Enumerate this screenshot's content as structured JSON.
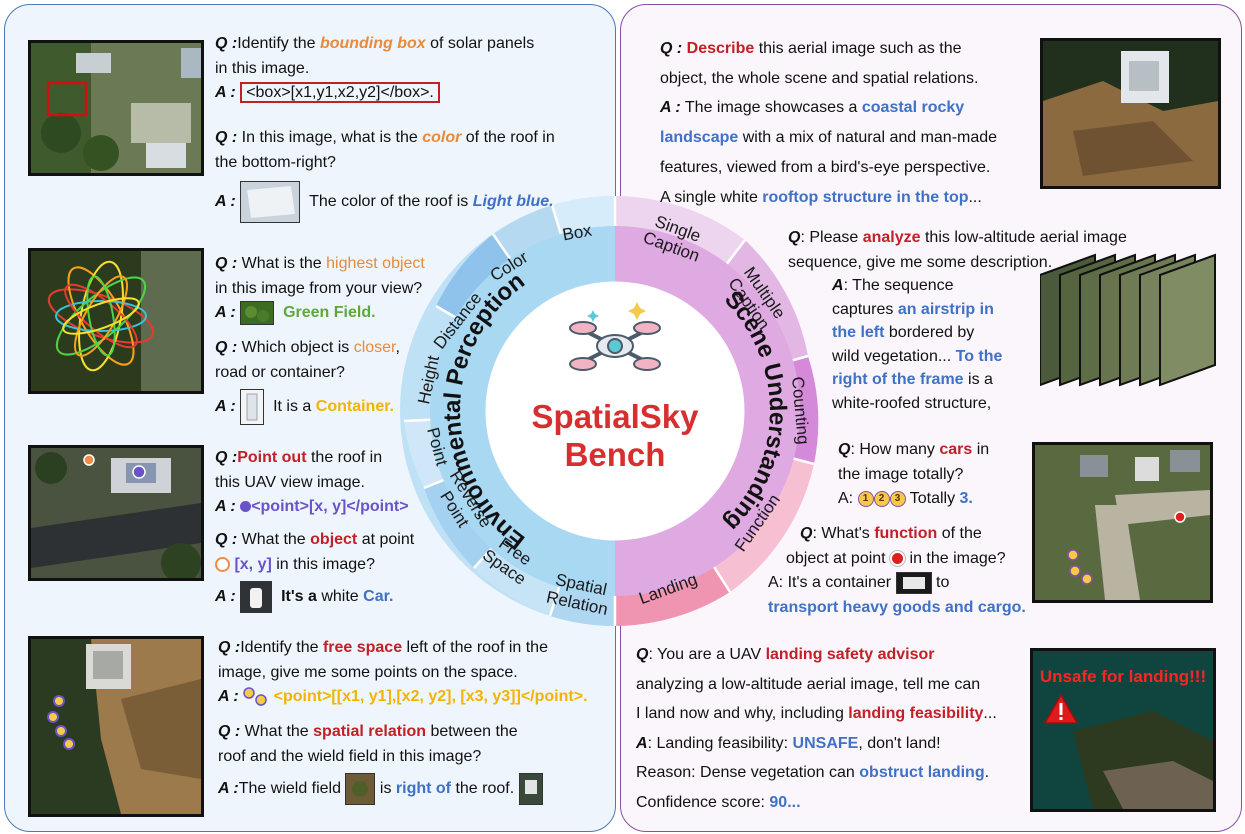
{
  "wheel": {
    "left_ring": "Environmental Perception",
    "right_ring": "Scene Understanding",
    "title_line1": "SpatialSky",
    "title_line2": "Bench",
    "left_segments": [
      "Box",
      "Color",
      "Distance",
      "Height",
      "Point",
      "Reverse",
      "Point",
      "Free",
      "Space",
      "Spatial",
      "Relation"
    ],
    "right_segments": [
      "Single",
      "Caption",
      "Multiple",
      "Caption",
      "Counting",
      "Function",
      "Landing"
    ]
  },
  "left": {
    "box": {
      "q_label": "Q :",
      "q1": "Identify the ",
      "q_hl": "bounding box",
      "q2": " of solar panels",
      "q3": "in this image.",
      "a_label": "A :",
      "a_code": "<box>[x1,y1,x2,y2]</box>."
    },
    "color": {
      "q_label": "Q :",
      "q1": " In this image, what is the ",
      "q_hl": "color",
      "q2": " of the roof in",
      "q3": "the bottom-right?",
      "a_label": "A :",
      "a1": "The color of the roof is ",
      "a_hl": "Light blue."
    },
    "height": {
      "q_label": "Q :",
      "q1": " What is the ",
      "q_hl": "highest object",
      "q3": "in this image from your view?",
      "a_label": "A :",
      "a_hl": "Green Field."
    },
    "distance": {
      "q_label": "Q :",
      "q1": " Which object is ",
      "q_hl": "closer",
      "q2": ",",
      "q3": "road or container?",
      "a_label": "A :",
      "a1": "It is a ",
      "a_hl": "Container."
    },
    "point": {
      "q_label": "Q :",
      "q_hl": "Point out",
      "q2": " the roof in",
      "q3": "this UAV view image.",
      "a_label": "A :",
      "a_code": "<point>[x, y]</point>"
    },
    "reverse": {
      "q_label": "Q :",
      "q1": " What the ",
      "q_hl": "object",
      "q2": " at point",
      "q_code": "[x, y]",
      "q3": " in this image?",
      "a_label": "A :",
      "a1": "It's a",
      "a2": " white ",
      "a_hl": "Car."
    },
    "free": {
      "q_label": "Q :",
      "q1": "Identify the ",
      "q_hl": "free space",
      "q2": " left of the roof in the",
      "q3": "image, give me some points on the space.",
      "a_label": "A :",
      "a_code": "<point>[[x1, y1],[x2, y2], [x3, y3]]</point>."
    },
    "spatial": {
      "q_label": "Q :",
      "q1": " What the ",
      "q_hl": "spatial relation",
      "q2": " between the",
      "q3": "roof and the wield field in this image?",
      "a_label": "A :",
      "a1": "The wield field ",
      "a2": " is ",
      "a_hl": "right of",
      "a3": " the roof."
    }
  },
  "right": {
    "single": {
      "q_label": "Q :",
      "q_hl": "Describe",
      "q2": " this aerial image such as the",
      "q3": "object, the whole scene and spatial relations.",
      "a_label": "A :",
      "a1": " The image showcases a ",
      "a_hl1": "coastal rocky",
      "a_hl1b": "landscape",
      "a2": " with a mix of natural and man-made",
      "a3": "features, viewed from a bird's-eye perspective.",
      "a4": "A single white ",
      "a_hl2": "rooftop structure in the top",
      "a5": "..."
    },
    "multiple": {
      "q_label": "Q",
      "q1": ": Please ",
      "q_hl": "analyze",
      "q2": " this low-altitude aerial image",
      "q3": "sequence, give me some description.",
      "a_label": "A",
      "a1": ": The sequence",
      "a2": "captures ",
      "a_hl1": "an airstrip in",
      "a_hl1b": "the left",
      "a3": " bordered by",
      "a4": "wild vegetation... ",
      "a_hl2": "To the",
      "a_hl2b": "right of the frame",
      "a5": " is a",
      "a6": "white-roofed structure,"
    },
    "counting": {
      "q_label": "Q",
      "q1": ": How many ",
      "q_hl": "cars",
      "q2": " in",
      "q3": "the image totally?",
      "a_label": "A:",
      "n1": "1",
      "n2": "2",
      "n3": "3",
      "a1": " Totally ",
      "a_hl": "3."
    },
    "function": {
      "q_label": "Q",
      "q1": ": What's ",
      "q_hl": "function",
      "q2": " of the",
      "q3": "object at point ",
      "q4": " in the image?",
      "a_label": "A:",
      "a1": " It's a container ",
      "a2": " to",
      "a_hl": "transport heavy goods and cargo."
    },
    "landing": {
      "q_label": "Q",
      "q1": ": You are a UAV ",
      "q_hl": "landing safety advisor",
      "q2": "analyzing a low-altitude aerial image, tell me can",
      "q3": "I land now and why, including ",
      "q_hl2": "landing feasibility",
      "q4": "...",
      "a_label": "A",
      "a1": ": Landing feasibility: ",
      "a_hl": "UNSAFE",
      "a2": ", don't land!",
      "a3": "Reason: Dense vegetation can ",
      "a_hl2": "obstruct landing",
      "a4": ".",
      "a5": "Confidence score: ",
      "a_hl3": "90...",
      "badge": "Unsafe for landing!!!"
    }
  }
}
